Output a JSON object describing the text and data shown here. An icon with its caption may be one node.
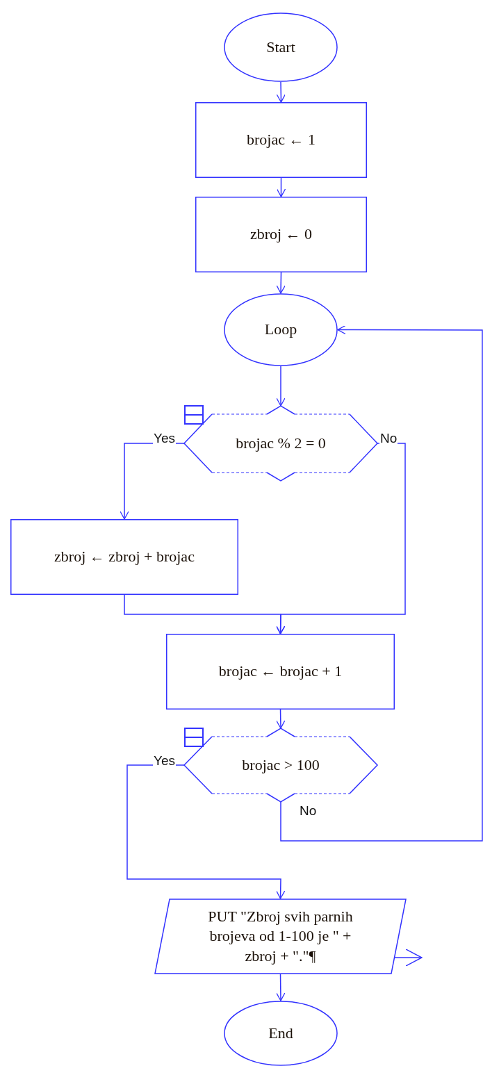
{
  "diagram": {
    "nodes": [
      {
        "text": [
          "Start"
        ]
      },
      {
        "text": [
          "brojac ← 1"
        ]
      },
      {
        "text": [
          "zbroj ← 0"
        ]
      },
      {
        "text": [
          "Loop"
        ]
      },
      {
        "text": [
          "brojac % 2 = 0"
        ]
      },
      {
        "text": [
          "zbroj ← zbroj + brojac"
        ]
      },
      {
        "text": [
          "brojac ← brojac + 1"
        ]
      },
      {
        "text": [
          "brojac > 100"
        ]
      },
      {
        "text": [
          "PUT \"Zbroj svih parnih brojeva od 1-100 je \" + zbroj + \".\"¶"
        ]
      },
      {
        "text": [
          "End"
        ]
      }
    ],
    "edges": [
      {
        "from": 0,
        "to": 1,
        "arrow": "to"
      },
      {
        "from": 1,
        "to": 2,
        "arrow": "to"
      },
      {
        "from": 2,
        "to": 3,
        "arrow": "to"
      },
      {
        "from": 3,
        "to": 4,
        "arrow": "to"
      },
      {
        "from": 4,
        "to": 5,
        "arrow": "to",
        "label": "Yes"
      },
      {
        "from": 4,
        "to": 6,
        "arrow": "to",
        "label": "No"
      },
      {
        "from": 5,
        "to": 6,
        "arrow": "to"
      },
      {
        "from": 6,
        "to": 7,
        "arrow": "to"
      },
      {
        "from": 7,
        "to": 8,
        "arrow": "to",
        "label": "Yes"
      },
      {
        "from": 7,
        "to": 3,
        "arrow": "to",
        "label": "No"
      },
      {
        "from": 8,
        "to": 9,
        "arrow": "to"
      },
      {
        "from": 8,
        "to": null,
        "arrow": "to"
      }
    ]
  }
}
